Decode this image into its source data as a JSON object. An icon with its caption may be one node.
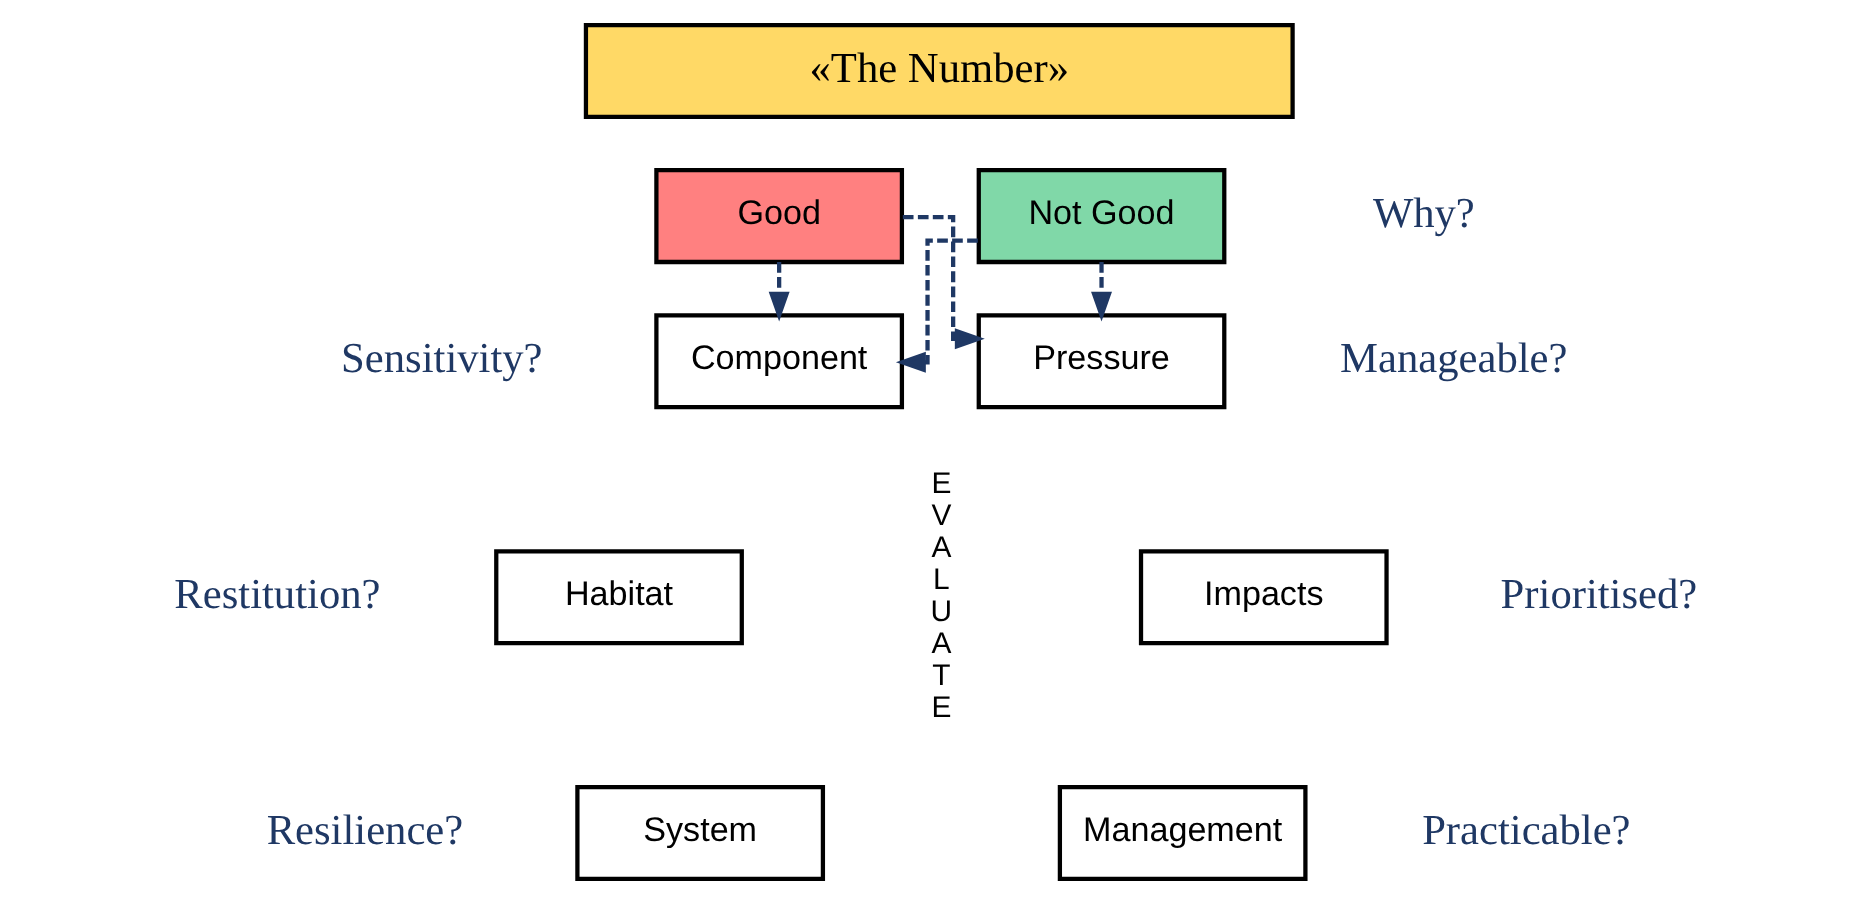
{
  "diagram": {
    "nodes": [
      {
        "text": [
          "«The Number»"
        ]
      },
      {
        "text": [
          "Good"
        ]
      },
      {
        "text": [
          "Not Good"
        ],
        "beside": [
          "Why?"
        ]
      },
      {
        "text": [
          "Component"
        ],
        "beside": [
          "Sensitivity?"
        ]
      },
      {
        "text": [
          "Pressure"
        ],
        "beside": [
          "Manageable?"
        ]
      },
      {
        "text": [
          "Habitat"
        ],
        "beside": [
          "Restitution?"
        ]
      },
      {
        "text": [
          "Impacts"
        ],
        "beside": [
          "Prioritised?"
        ]
      },
      {
        "text": [
          "System"
        ],
        "beside": [
          "Resilience?"
        ]
      },
      {
        "text": [
          "Management"
        ],
        "beside": [
          "Practicable?"
        ]
      }
    ],
    "edges": [
      {
        "from": 1,
        "to": 3,
        "arrow": "to",
        "style": "dashed"
      },
      {
        "from": 1,
        "to": 4,
        "arrow": "to",
        "style": "dashed"
      },
      {
        "from": 2,
        "to": 3,
        "arrow": "to",
        "style": "dashed"
      },
      {
        "from": 2,
        "to": 4,
        "arrow": "to",
        "style": "dashed"
      }
    ],
    "labels": [
      "E V A L U A T E"
    ]
  }
}
